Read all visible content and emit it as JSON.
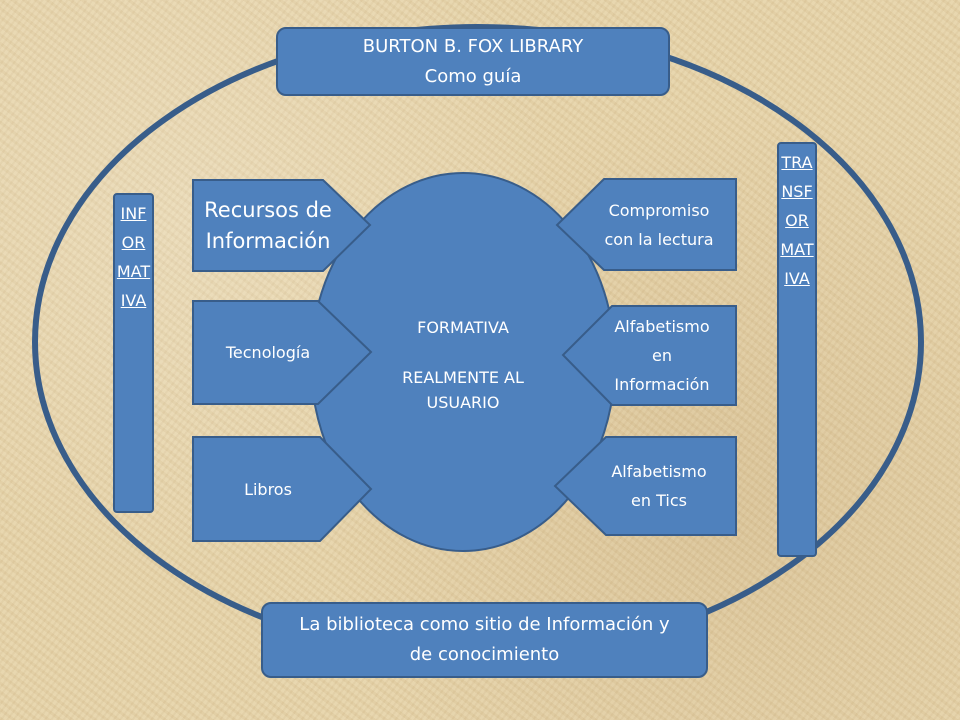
{
  "colors": {
    "box_fill": "#4f81bd",
    "box_stroke": "#385d8a",
    "background": "#e6d3a8"
  },
  "top_box": {
    "line1": "BURTON B. FOX LIBRARY",
    "line2": "Como guía"
  },
  "bottom_box": {
    "line1": "La biblioteca como sitio de Información y",
    "line2": "de conocimiento"
  },
  "left_vertical": {
    "text": "INFORMATIVA"
  },
  "right_vertical": {
    "text": "TRANSFORMATIVA"
  },
  "center": {
    "line1": "FORMATIVA",
    "line2": "REALMENTE AL",
    "line3": "USUARIO"
  },
  "left_arrows": [
    {
      "line1": "Recursos de",
      "line2": "Información"
    },
    {
      "line1": "Tecnología"
    },
    {
      "line1": "Libros"
    }
  ],
  "right_arrows": [
    {
      "line1": "Compromiso",
      "line2": "con la lectura"
    },
    {
      "line1": "Alfabetismo",
      "line2": "en",
      "line3": "Información"
    },
    {
      "line1": "Alfabetismo",
      "line2": "en Tics"
    }
  ]
}
